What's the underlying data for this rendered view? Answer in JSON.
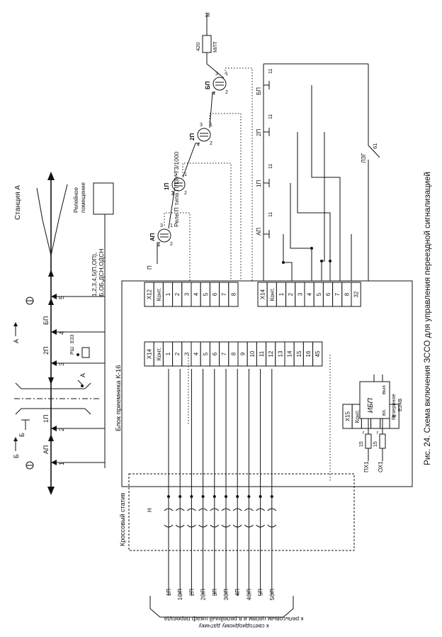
{
  "caption": "Рис. 24. Схема включения ЗССО для управления переездной сигнализацией",
  "top_scheme": {
    "station": "Станция А",
    "relay_room": [
      "Релейное",
      "помещение"
    ],
    "sections": [
      "АП",
      "1П",
      "2П",
      "БП"
    ],
    "points": [
      "1",
      "2",
      "3",
      "4",
      "5"
    ],
    "direction_a": "А",
    "direction_b": "Б",
    "marker_a": "А",
    "marker_b": "Б",
    "rsh_label": "РШ",
    "ezz_label": "Е33",
    "cable_line1": "1,2,3,4,5(П,ОП),",
    "cable_line2": "Б,ОБ,ДСН,ОДСН"
  },
  "receiver_block": {
    "title": "Блок приемника К-16",
    "x12": {
      "name": "Х12",
      "kont": "Конт.",
      "pins": [
        "1",
        "2",
        "3",
        "4",
        "5",
        "6",
        "7",
        "8"
      ]
    },
    "x14_right": {
      "name": "Х14",
      "kont": "Конт.",
      "pins": [
        "1",
        "2",
        "3",
        "4",
        "5",
        "6",
        "7",
        "8",
        "32"
      ]
    },
    "x14_left": {
      "name": "Х14",
      "kont": "Конт.",
      "pins": [
        "1",
        "2",
        "3",
        "4",
        "5",
        "6",
        "7",
        "8",
        "9",
        "10",
        "11",
        "12",
        "13",
        "14",
        "15",
        "16",
        "45"
      ]
    },
    "x15": {
      "name": "Х15",
      "kont": "Конт.",
      "pins": [
        "1",
        "2",
        "3",
        "4"
      ]
    }
  },
  "relays": {
    "type_label": "Реле П типа ПЛЗУ-73/1000",
    "items": [
      {
        "name": "АП",
        "pins": [
          "3",
          "4",
          "1",
          "2"
        ]
      },
      {
        "name": "1П",
        "pins": [
          "3",
          "4",
          "1",
          "2"
        ]
      },
      {
        "name": "2П",
        "pins": [
          "3",
          "4",
          "1",
          "2"
        ]
      },
      {
        "name": "БП",
        "pins": [
          "3",
          "4",
          "1",
          "2"
        ]
      }
    ],
    "p_label": "П",
    "m_label": "М",
    "mlt_label": "МЛТ",
    "r420": "420"
  },
  "contacts": {
    "labels": [
      "АП",
      "1П",
      "2П",
      "БП"
    ],
    "contact_no": "11",
    "lzg": "ЛЗГ",
    "lzg_no": "61"
  },
  "ibp": {
    "name": "ИБП",
    "in": "вх.",
    "out": "вых",
    "reserve": [
      "Резервное",
      "Е24В"
    ],
    "px1": "ПХ1",
    "ox1": "ОХ1",
    "fuse": "15",
    "r": "r"
  },
  "cross": {
    "title": "Кроссовый статив",
    "h": "Н",
    "wires": [
      "1П",
      "1ОП",
      "2П",
      "2ОП",
      "3П",
      "3ОП",
      "4П",
      "4ОП",
      "5П",
      "5ОП"
    ],
    "bottom_text1": "к светодиодному датчику",
    "bottom_text2": "к рельсовым цепям и в релейный шкаф переезда"
  }
}
